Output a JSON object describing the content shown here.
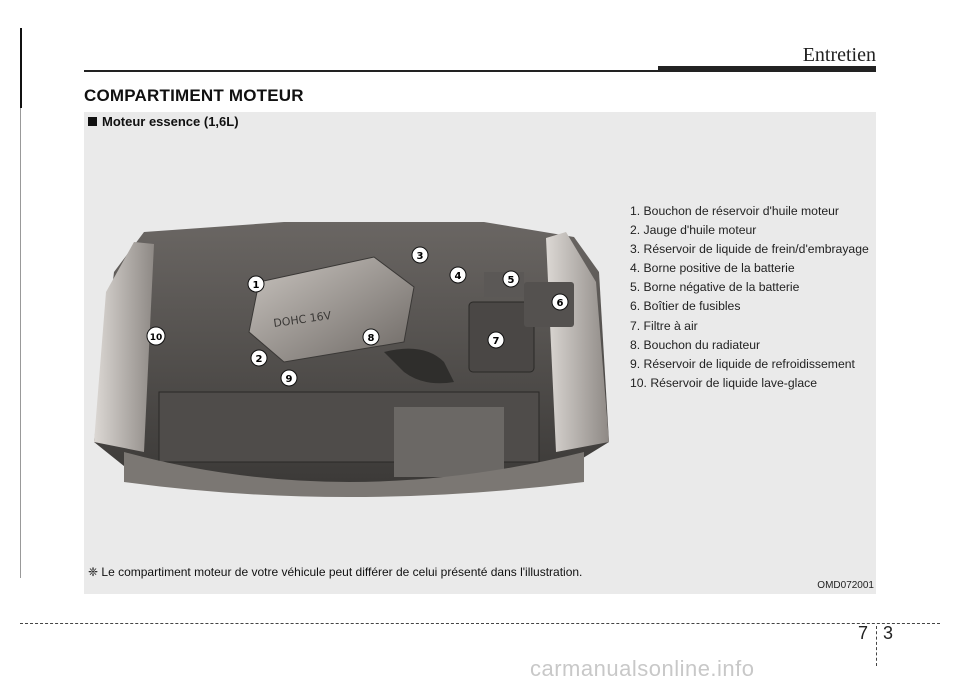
{
  "header": {
    "section": "Entretien"
  },
  "title": "COMPARTIMENT MOTEUR",
  "subsection": "Moteur essence (1,6L)",
  "engine_label": "DOHC 16V",
  "callouts": [
    "1",
    "2",
    "3",
    "4",
    "5",
    "6",
    "7",
    "8",
    "9",
    "10"
  ],
  "legend": [
    "1. Bouchon de réservoir d'huile moteur",
    "2. Jauge d'huile moteur",
    "3. Réservoir de liquide de frein/d'embrayage",
    "4. Borne positive de la batterie",
    "5. Borne négative de la batterie",
    "6. Boîtier de fusibles",
    "7. Filtre à air",
    "8. Bouchon du radiateur",
    "9. Réservoir de liquide de refroidissement",
    "10. Réservoir de liquide lave-glace"
  ],
  "note": "❈ Le compartiment moteur de votre véhicule peut différer de celui présenté dans l'illustration.",
  "figure_code": "OMD072001",
  "page": {
    "chapter": "7",
    "number": "3"
  },
  "watermark": "carmanualsonline.info"
}
